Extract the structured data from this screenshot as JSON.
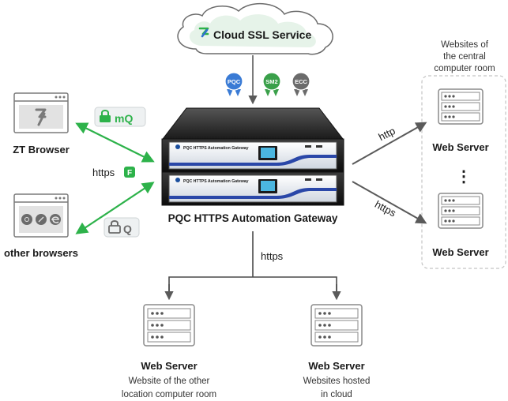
{
  "cloud": {
    "title": "Cloud SSL Service"
  },
  "algorithms": [
    {
      "label": "PQC",
      "color": "#3a7bd5"
    },
    {
      "label": "SM2",
      "color": "#3aa04a"
    },
    {
      "label": "ECC",
      "color": "#6b6b6b"
    }
  ],
  "gateway": {
    "label": "PQC HTTPS Automation Gateway",
    "panel_text": "PQC HTTPS Automation Gateway"
  },
  "browsers": {
    "zt": {
      "label": "ZT Browser",
      "badge": "mQ"
    },
    "others": {
      "label": "other browsers",
      "badge": "Q"
    }
  },
  "connections": {
    "browsers_to_gateway": "https",
    "browser_https_badge": "F",
    "gateway_to_top_server": "http",
    "gateway_to_bottom_server": "https",
    "gateway_down": "https"
  },
  "central_room": {
    "title_lines": [
      "Websites of",
      "the central",
      "computer room"
    ],
    "servers": [
      {
        "label": "Web Server"
      },
      {
        "label": "Web Server"
      }
    ],
    "ellipsis": "⋮"
  },
  "remote_servers": [
    {
      "label": "Web Server",
      "caption_lines": [
        "Website of the other",
        "location computer room"
      ]
    },
    {
      "label": "Web Server",
      "caption_lines": [
        "Websites hosted",
        "in cloud"
      ]
    }
  ],
  "colors": {
    "green_arrow": "#2db24a",
    "gray_arrow": "#5a5a5a",
    "dark_line": "#4a4a4a",
    "logo_green": "#2db24a",
    "logo_blue": "#2f6fd0",
    "server_outline": "#8a8a8a"
  }
}
